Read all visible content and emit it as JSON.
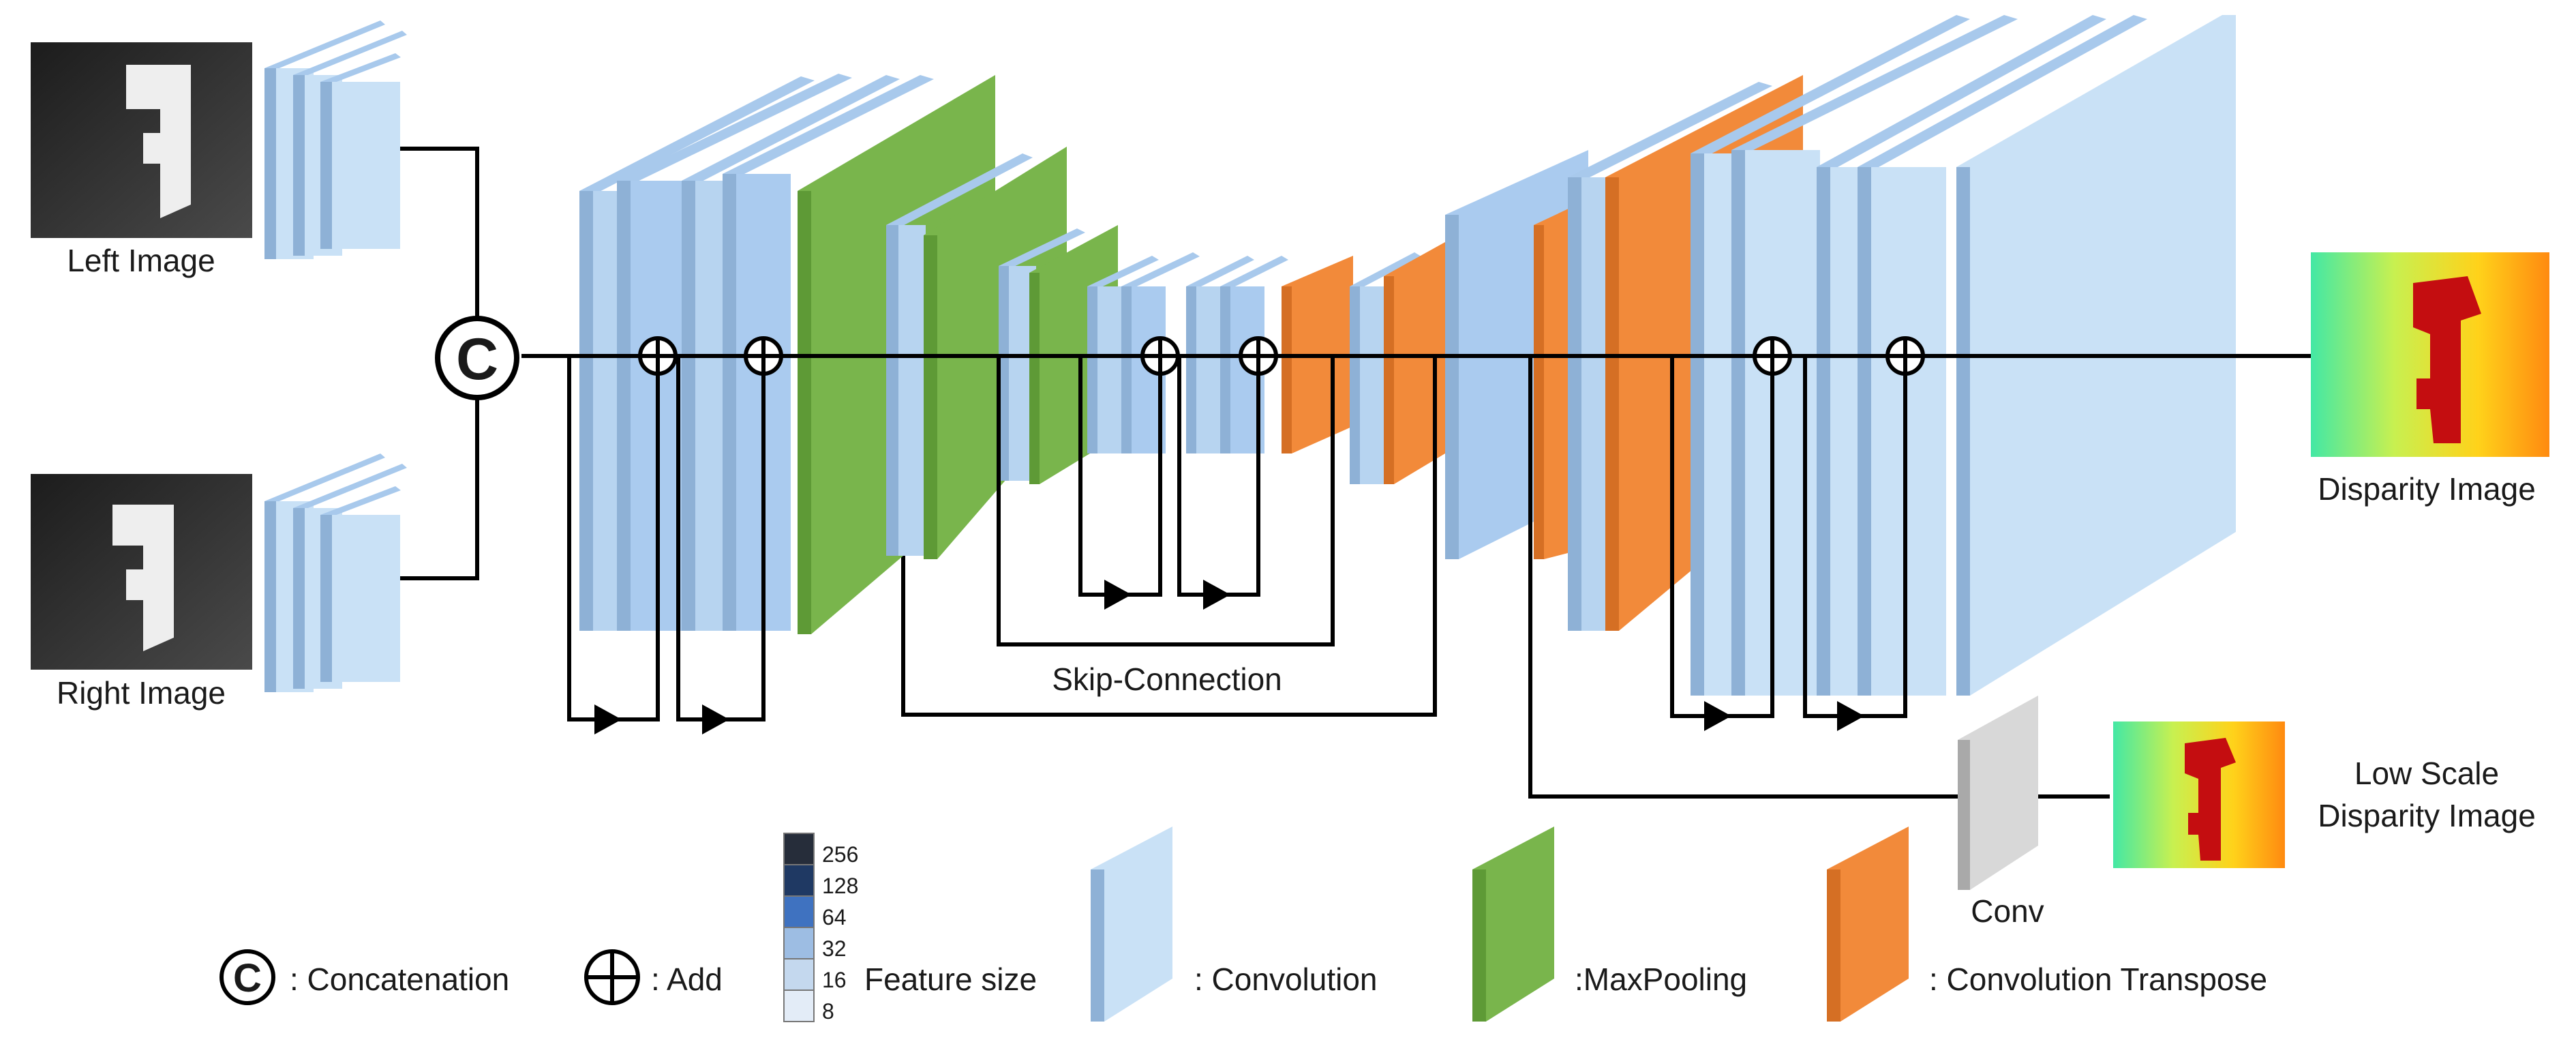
{
  "labels": {
    "left_image": "Left Image",
    "right_image": "Right Image",
    "disparity_image": "Disparity Image",
    "low_scale_line1": "Low Scale",
    "low_scale_line2": "Disparity Image",
    "skip_connection": "Skip-Connection",
    "conv": "Conv"
  },
  "symbols": {
    "concat": "C",
    "add": "+"
  },
  "legend": {
    "concatenation": ": Concatenation",
    "add": ": Add",
    "feature_size_title": "Feature size",
    "feature_sizes": [
      "256",
      "128",
      "64",
      "32",
      "16",
      "8"
    ],
    "convolution": ": Convolution",
    "maxpooling": ":MaxPooling",
    "convolution_transpose": ": Convolution Transpose"
  },
  "colors": {
    "convolution": "#c9e1f6",
    "convolution_dark": "#a8c9ec",
    "maxpooling": "#79b54c",
    "convolution_transpose": "#f28a3a",
    "conv_gray": "#d8d8d8",
    "feature_scale": [
      "#262d3a",
      "#1f3963",
      "#3f72c0",
      "#9dbde3",
      "#c4d8ee",
      "#e3ecf7"
    ]
  }
}
